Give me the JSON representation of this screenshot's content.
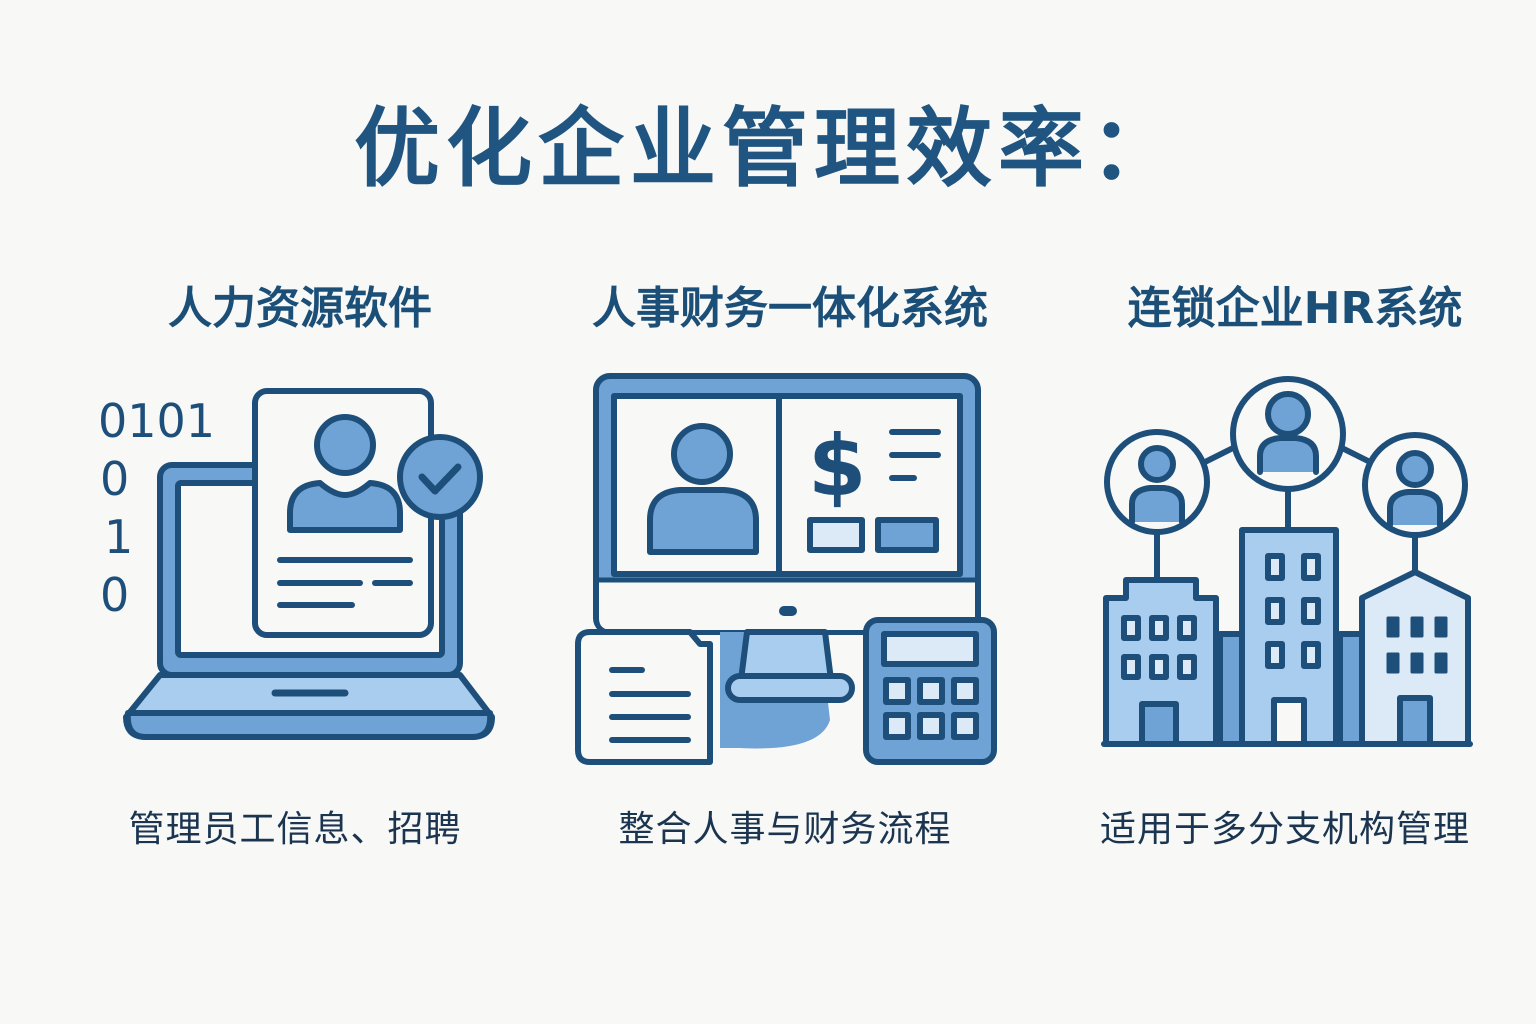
{
  "page": {
    "title": "优化企业管理效率："
  },
  "colors": {
    "title": "#1f5580",
    "stroke": "#1d4f7a",
    "fill_mid": "#6fa3d6",
    "fill_light": "#a9cdef",
    "fill_pale": "#dce9f6",
    "background": "#f8f8f6"
  },
  "columns": [
    {
      "title": "人力资源软件",
      "description": "管理员工信息、招聘",
      "icon": "laptop-resume-check-icon",
      "binary_text": [
        "0101",
        "0",
        "1",
        "0"
      ]
    },
    {
      "title": "人事财务一体化系统",
      "description": "整合人事与财务流程",
      "icon": "monitor-person-finance-calculator-icon",
      "dollar_sign": "$"
    },
    {
      "title": "连锁企业HR系统",
      "description": "适用于多分支机构管理",
      "icon": "buildings-network-people-icon"
    }
  ]
}
